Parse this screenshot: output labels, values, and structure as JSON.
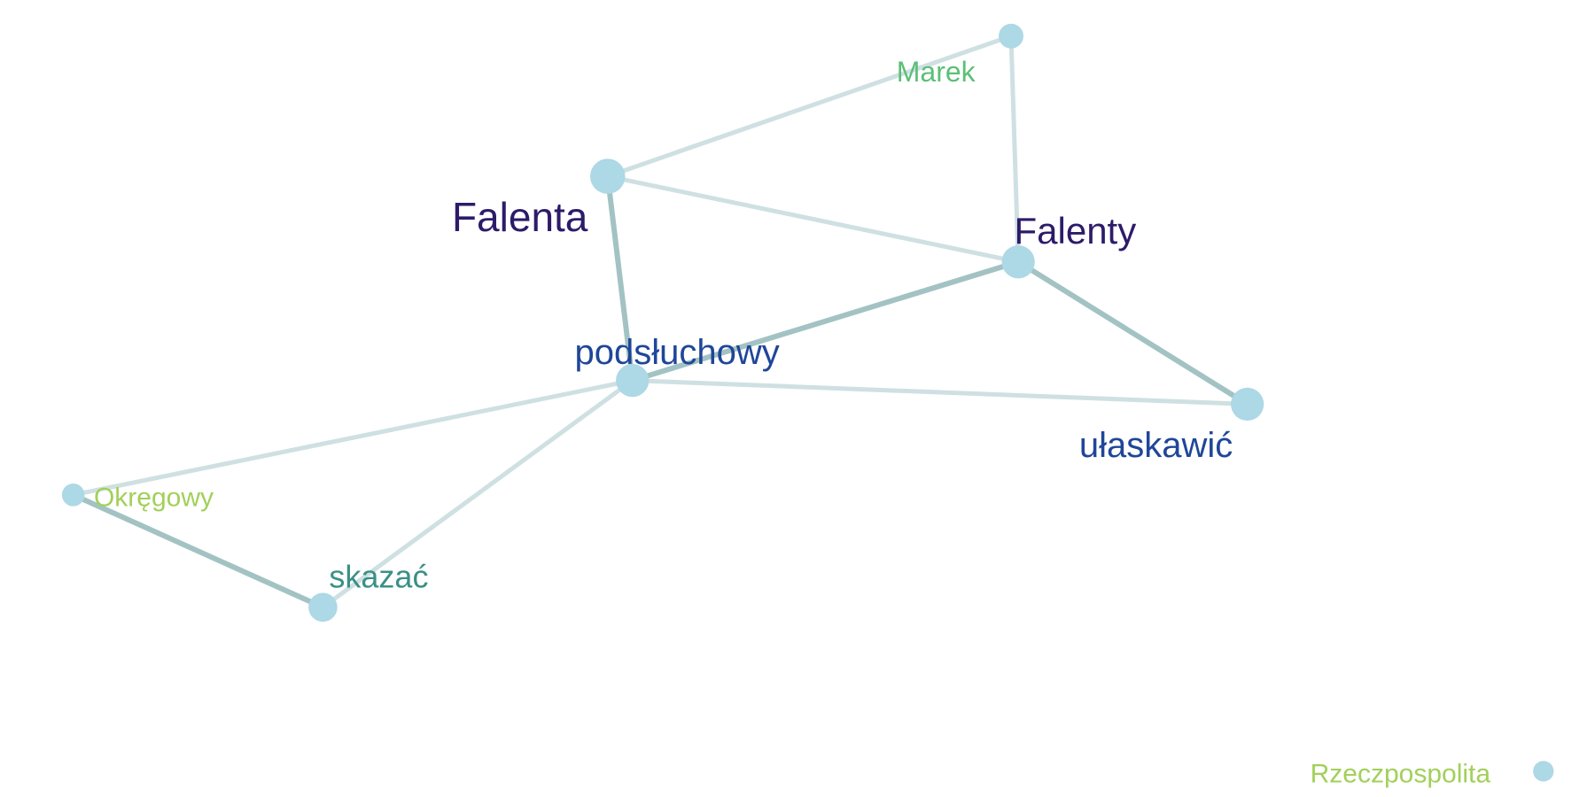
{
  "colors": {
    "background": "#ffffff",
    "node_fill": "#add8e6",
    "edge_light": "#cfe0e2",
    "edge_mid": "#b8d0d2",
    "edge_dark": "#a3c2c3",
    "label_dark_purple": "#2d1b69",
    "label_blue": "#1f4698",
    "label_teal": "#3a9086",
    "label_green": "#5cbf77",
    "label_lime": "#a2d05a"
  },
  "nodes": [
    {
      "id": "falenta",
      "label": "Falenta",
      "label_color": "#2d1b69",
      "weight": "high"
    },
    {
      "id": "falenty",
      "label": "Falenty",
      "label_color": "#2d1b69",
      "weight": "high"
    },
    {
      "id": "podsluchowy",
      "label": "podsłuchowy",
      "label_color": "#1f4698",
      "weight": "high"
    },
    {
      "id": "ulaskawic",
      "label": "ułaskawić",
      "label_color": "#1f4698",
      "weight": "high"
    },
    {
      "id": "marek",
      "label": "Marek",
      "label_color": "#5cbf77",
      "weight": "low"
    },
    {
      "id": "okregowy",
      "label": "Okręgowy",
      "label_color": "#a2d05a",
      "weight": "low"
    },
    {
      "id": "skazac",
      "label": "skazać",
      "label_color": "#3a9086",
      "weight": "mid"
    },
    {
      "id": "rzeczpospolita",
      "label": "Rzeczpospolita",
      "label_color": "#a2d05a",
      "weight": "low"
    }
  ],
  "edges": [
    {
      "source": "falenta",
      "target": "marek",
      "strength": "light"
    },
    {
      "source": "marek",
      "target": "falenty",
      "strength": "light"
    },
    {
      "source": "falenta",
      "target": "falenty",
      "strength": "light"
    },
    {
      "source": "falenta",
      "target": "podsluchowy",
      "strength": "dark"
    },
    {
      "source": "falenty",
      "target": "podsluchowy",
      "strength": "dark"
    },
    {
      "source": "falenty",
      "target": "ulaskawic",
      "strength": "dark"
    },
    {
      "source": "podsluchowy",
      "target": "ulaskawic",
      "strength": "light"
    },
    {
      "source": "podsluchowy",
      "target": "okregowy",
      "strength": "light"
    },
    {
      "source": "podsluchowy",
      "target": "skazac",
      "strength": "light"
    },
    {
      "source": "okregowy",
      "target": "skazac",
      "strength": "dark"
    }
  ]
}
